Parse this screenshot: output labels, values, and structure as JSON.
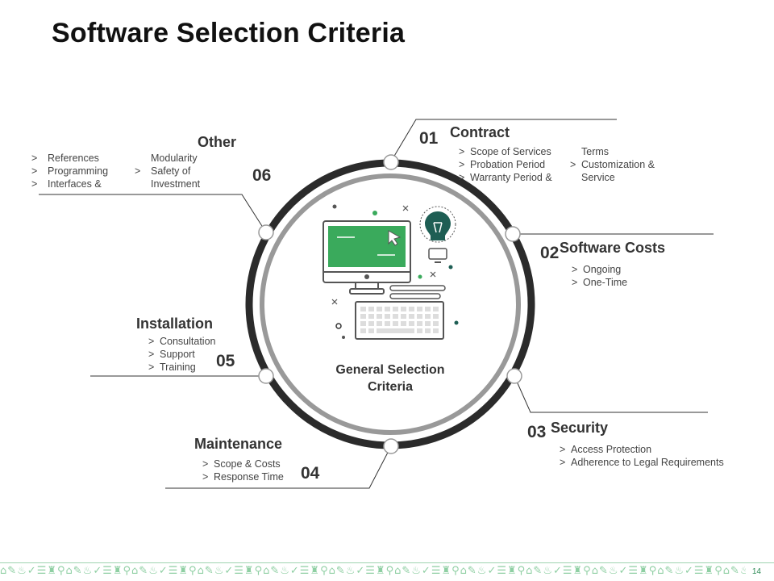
{
  "title": "Software Selection Criteria",
  "center_label": [
    "General Selection",
    "Criteria"
  ],
  "page_number": "14",
  "footer_pattern": "⌂✎♨✓☰♜⚲⌂✎♨✓☰♜⚲⌂✎♨✓☰♜⚲⌂✎♨✓☰♜⚲⌂✎♨✓☰♜⚲⌂✎♨✓☰♜⚲⌂✎♨✓☰♜⚲⌂✎♨✓☰♜⚲⌂✎♨✓☰♜⚲⌂✎♨✓☰♜⚲⌂✎♨✓☰♜⚲⌂✎♨✓☰♜⚲⌂✎♨✓☰♜⚲⌂✎♨✓☰♜⚲⌂✎♨✓☰♜⚲",
  "accent_color": "#3aaa5c",
  "sections": {
    "contract": {
      "number": "01",
      "heading": "Contract",
      "col1": [
        "Scope of Services",
        "Probation Period",
        "Warranty Period &"
      ],
      "col2_lines": [
        "Terms",
        "Customization &",
        "Service"
      ]
    },
    "software_costs": {
      "number": "02",
      "heading": "Software Costs",
      "items": [
        "Ongoing",
        "One-Time"
      ]
    },
    "security": {
      "number": "03",
      "heading": "Security",
      "items": [
        "Access Protection",
        "Adherence to Legal Requirements"
      ]
    },
    "maintenance": {
      "number": "04",
      "heading": "Maintenance",
      "items": [
        "Scope & Costs",
        "Response Time"
      ]
    },
    "installation": {
      "number": "05",
      "heading": "Installation",
      "items": [
        "Consultation",
        "Support",
        "Training"
      ]
    },
    "other": {
      "number": "06",
      "heading": "Other",
      "col1": [
        "References",
        "Programming",
        "Interfaces &"
      ],
      "col2_lines": [
        "Modularity",
        "Safety of",
        "Investment"
      ]
    }
  },
  "bullet_marker": ">"
}
